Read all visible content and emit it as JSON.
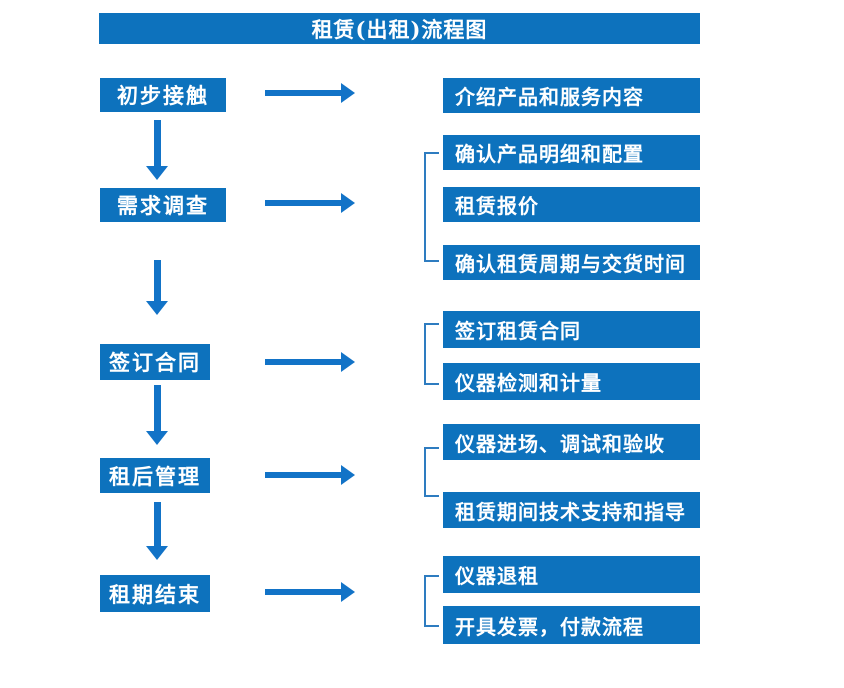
{
  "title": "租赁(出租)流程图",
  "colors": {
    "box_blue": "#0d72bd",
    "arrow_blue": "#1273c7",
    "bracket_blue": "#2e7cc0",
    "text": "#ffffff",
    "background": "#ffffff"
  },
  "steps": [
    {
      "label": "初步接触",
      "details": [
        "介绍产品和服务内容"
      ]
    },
    {
      "label": "需求调查",
      "details": [
        "确认产品明细和配置",
        "租赁报价",
        "确认租赁周期与交货时间"
      ]
    },
    {
      "label": "签订合同",
      "details": [
        "签订租赁合同",
        "仪器检测和计量"
      ]
    },
    {
      "label": "租后管理",
      "details": [
        "仪器进场、调试和验收",
        "租赁期间技术支持和指导"
      ]
    },
    {
      "label": "租期结束",
      "details": [
        "仪器退租",
        "开具发票，付款流程"
      ]
    }
  ]
}
